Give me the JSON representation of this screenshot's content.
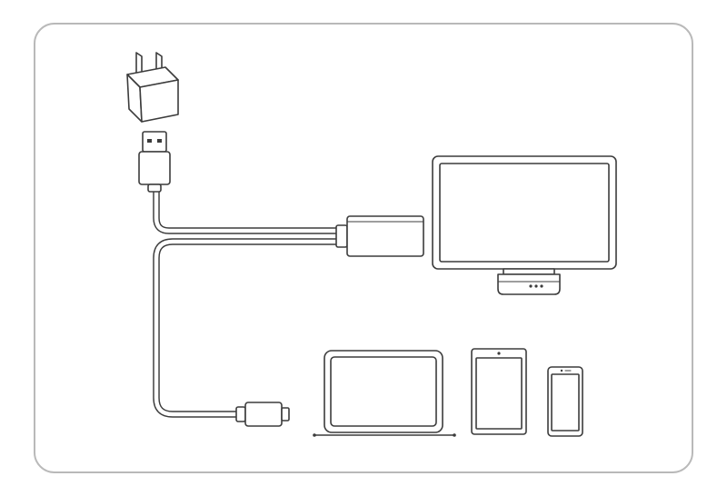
{
  "diagram": {
    "frame_color": "#b9b9b9",
    "line_color": "#3c3c3c",
    "background": "#ffffff",
    "components": [
      {
        "id": "power-adapter",
        "icon": "wall-plug-adapter-icon"
      },
      {
        "id": "usb-plug",
        "icon": "usb-a-plug-icon"
      },
      {
        "id": "hdmi-connector",
        "icon": "hdmi-connector-icon"
      },
      {
        "id": "monitor",
        "icon": "monitor-icon"
      },
      {
        "id": "phone-connector",
        "icon": "lightning-connector-icon"
      },
      {
        "id": "laptop",
        "icon": "laptop-icon"
      },
      {
        "id": "tablet",
        "icon": "tablet-icon"
      },
      {
        "id": "phone",
        "icon": "smartphone-icon"
      }
    ]
  }
}
